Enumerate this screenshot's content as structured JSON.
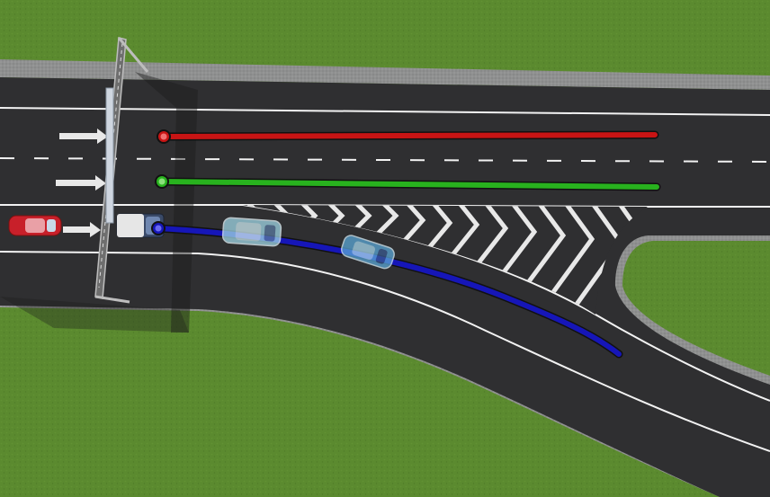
{
  "scene": {
    "kind": "top-down driving simulation view",
    "colors": {
      "grass": "#5b8a2f",
      "grass_dark": "#4a7426",
      "curb": "#8f9090",
      "asphalt": "#2f2f31",
      "marking": "#f2f2f2",
      "path_left_lane": "#c81414",
      "path_center_lane": "#28b21e",
      "path_exit_lane": "#1616b8",
      "car_red": "#c8202a",
      "car_white_truck": "#e6e6e6",
      "ghost_car": "#9fd6e6"
    },
    "paths": [
      {
        "name": "left-lane-path",
        "color_key": "path_left_lane"
      },
      {
        "name": "center-lane-path",
        "color_key": "path_center_lane"
      },
      {
        "name": "exit-lane-path",
        "color_key": "path_exit_lane"
      }
    ],
    "vehicles": [
      {
        "name": "red-car",
        "color_key": "car_red"
      },
      {
        "name": "white-truck",
        "color_key": "car_white_truck"
      },
      {
        "name": "ghost-car-1",
        "color_key": "ghost_car"
      },
      {
        "name": "ghost-car-2",
        "color_key": "ghost_car"
      }
    ],
    "icons": [
      "sign-gantry-icon",
      "lane-arrow-icon",
      "path-start-marker-icon",
      "chevron-gore-marking"
    ]
  }
}
